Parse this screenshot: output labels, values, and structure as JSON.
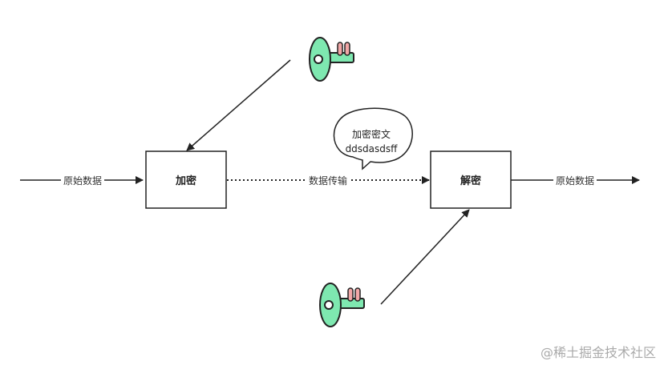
{
  "labels": {
    "encrypt": "加密",
    "decrypt": "解密",
    "input_data": "原始数据",
    "transmit": "数据传输",
    "output_data": "原始数据"
  },
  "bubble": {
    "line1": "加密密文",
    "line2": "ddsdasdsff"
  },
  "watermark": "@稀土掘金技术社区",
  "icons": {
    "key_top": "key-icon",
    "key_bottom": "key-icon"
  },
  "colors": {
    "key_fill": "#7ee8b0",
    "key_teeth": "#f2a7a7",
    "stroke": "#222222",
    "watermark": "#aaaaaa"
  }
}
